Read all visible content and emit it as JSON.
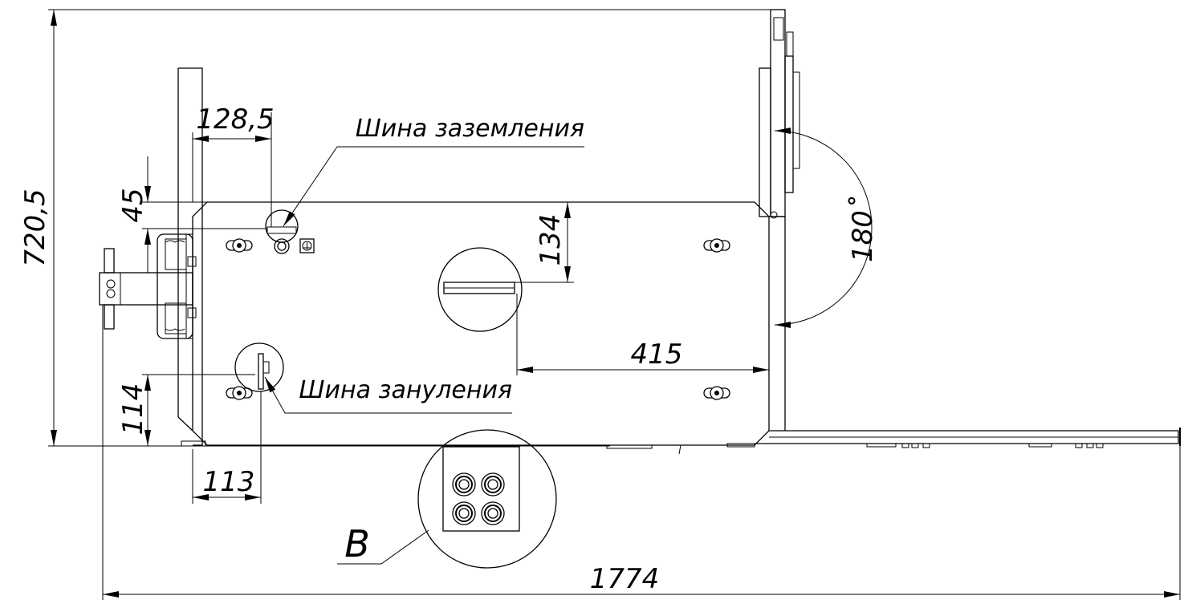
{
  "dimensions": {
    "height_total": "720,5",
    "width_total": "1774",
    "grounding_offset_x": "128,5",
    "grounding_offset_y": "45",
    "slot_depth": "134",
    "slot_to_edge": "415",
    "neutral_offset_y": "114",
    "neutral_offset_x": "113",
    "door_angle": "180˚"
  },
  "labels": {
    "grounding_bus": "Шина заземления",
    "neutral_bus": "Шина зануления",
    "detail_view": "B"
  }
}
